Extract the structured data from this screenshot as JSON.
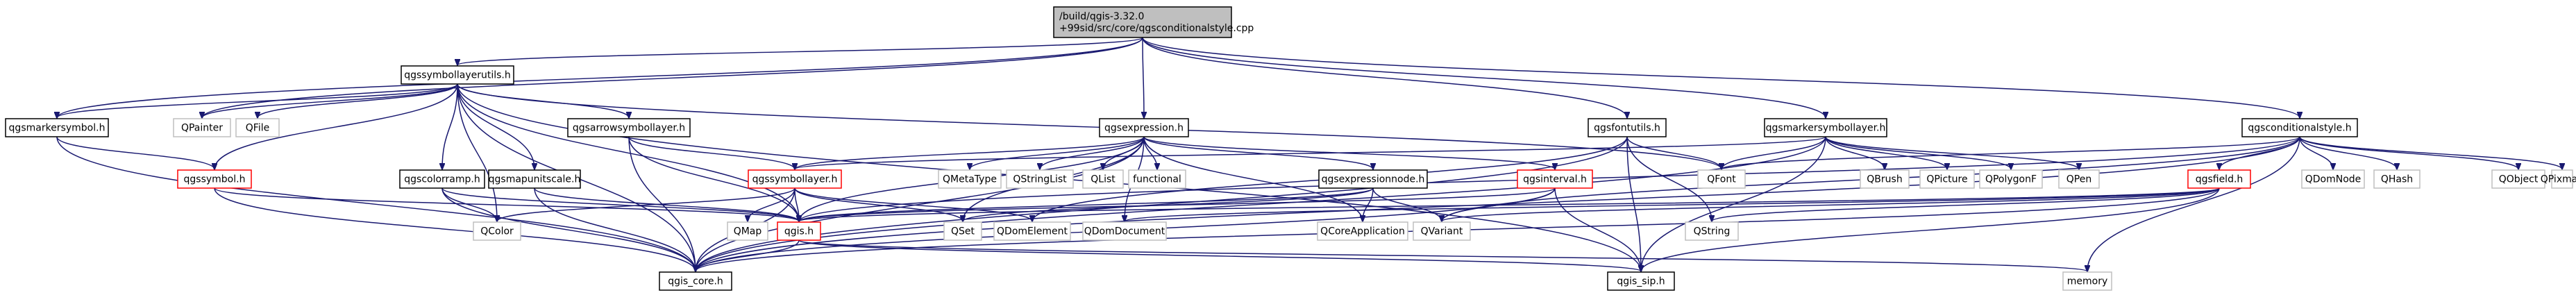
{
  "colors": {
    "edge": "#191970",
    "border_default": "#000000",
    "border_external": "#bfbfbf",
    "border_red": "#ff0000",
    "root_fill": "#bfbfbf",
    "fill": "#ffffff"
  },
  "nodes": [
    {
      "id": "root",
      "lines": [
        "/build/qgis-3.32.0",
        "+99sid/src/core/qgsconditionalstyle.cpp"
      ],
      "kind": "root",
      "interactable": false
    },
    {
      "id": "qgssymbollayerutils",
      "lines": [
        "qgssymbollayerutils.h"
      ],
      "kind": "doc",
      "interactable": true
    },
    {
      "id": "qgsmarkersymbol",
      "lines": [
        "qgsmarkersymbol.h"
      ],
      "kind": "doc",
      "interactable": true
    },
    {
      "id": "qgssymbol",
      "lines": [
        "qgssymbol.h"
      ],
      "kind": "red",
      "interactable": true
    },
    {
      "id": "qpainter",
      "lines": [
        "QPainter"
      ],
      "kind": "ext",
      "interactable": false
    },
    {
      "id": "qfile",
      "lines": [
        "QFile"
      ],
      "kind": "ext",
      "interactable": false
    },
    {
      "id": "qgsarrowsymbollayer",
      "lines": [
        "qgsarrowsymbollayer.h"
      ],
      "kind": "doc",
      "interactable": true
    },
    {
      "id": "qgscolorramp",
      "lines": [
        "qgscolorramp.h"
      ],
      "kind": "doc",
      "interactable": true
    },
    {
      "id": "qgsmapunitscale",
      "lines": [
        "qgsmapunitscale.h"
      ],
      "kind": "doc",
      "interactable": true
    },
    {
      "id": "qgssymbollayer",
      "lines": [
        "qgssymbollayer.h"
      ],
      "kind": "red",
      "interactable": true
    },
    {
      "id": "qgsexpression",
      "lines": [
        "qgsexpression.h"
      ],
      "kind": "doc",
      "interactable": true
    },
    {
      "id": "qmetatype",
      "lines": [
        "QMetaType"
      ],
      "kind": "ext",
      "interactable": false
    },
    {
      "id": "qstringlist",
      "lines": [
        "QStringList"
      ],
      "kind": "ext",
      "interactable": false
    },
    {
      "id": "qlist",
      "lines": [
        "QList"
      ],
      "kind": "ext",
      "interactable": false
    },
    {
      "id": "functional",
      "lines": [
        "functional"
      ],
      "kind": "ext",
      "interactable": false
    },
    {
      "id": "qgsexpressionnode",
      "lines": [
        "qgsexpressionnode.h"
      ],
      "kind": "doc",
      "interactable": true
    },
    {
      "id": "qgsinterval",
      "lines": [
        "qgsinterval.h"
      ],
      "kind": "red",
      "interactable": true
    },
    {
      "id": "qgsfontutils",
      "lines": [
        "qgsfontutils.h"
      ],
      "kind": "doc",
      "interactable": true
    },
    {
      "id": "qgsmarkersymbollayer",
      "lines": [
        "qgsmarkersymbollayer.h"
      ],
      "kind": "doc",
      "interactable": true
    },
    {
      "id": "qbrush",
      "lines": [
        "QBrush"
      ],
      "kind": "ext",
      "interactable": false
    },
    {
      "id": "qpicture",
      "lines": [
        "QPicture"
      ],
      "kind": "ext",
      "interactable": false
    },
    {
      "id": "qpolygonf",
      "lines": [
        "QPolygonF"
      ],
      "kind": "ext",
      "interactable": false
    },
    {
      "id": "qpen",
      "lines": [
        "QPen"
      ],
      "kind": "ext",
      "interactable": false
    },
    {
      "id": "qgsconditionalstyle",
      "lines": [
        "qgsconditionalstyle.h"
      ],
      "kind": "doc",
      "interactable": true
    },
    {
      "id": "qgsfield",
      "lines": [
        "qgsfield.h"
      ],
      "kind": "red",
      "interactable": true
    },
    {
      "id": "qdomnode",
      "lines": [
        "QDomNode"
      ],
      "kind": "ext",
      "interactable": false
    },
    {
      "id": "qhash",
      "lines": [
        "QHash"
      ],
      "kind": "ext",
      "interactable": false
    },
    {
      "id": "qobject",
      "lines": [
        "QObject"
      ],
      "kind": "ext",
      "interactable": false
    },
    {
      "id": "qpixmap",
      "lines": [
        "QPixmap"
      ],
      "kind": "ext",
      "interactable": false
    },
    {
      "id": "qfont",
      "lines": [
        "QFont"
      ],
      "kind": "ext",
      "interactable": false
    },
    {
      "id": "qstring",
      "lines": [
        "QString"
      ],
      "kind": "ext",
      "interactable": false
    },
    {
      "id": "qcolor",
      "lines": [
        "QColor"
      ],
      "kind": "ext",
      "interactable": false
    },
    {
      "id": "qmap",
      "lines": [
        "QMap"
      ],
      "kind": "ext",
      "interactable": false
    },
    {
      "id": "qgis",
      "lines": [
        "qgis.h"
      ],
      "kind": "red",
      "interactable": true
    },
    {
      "id": "qset",
      "lines": [
        "QSet"
      ],
      "kind": "ext",
      "interactable": false
    },
    {
      "id": "qdomelement",
      "lines": [
        "QDomElement"
      ],
      "kind": "ext",
      "interactable": false
    },
    {
      "id": "qdomdocument",
      "lines": [
        "QDomDocument"
      ],
      "kind": "ext",
      "interactable": false
    },
    {
      "id": "qcoreapplication",
      "lines": [
        "QCoreApplication"
      ],
      "kind": "ext",
      "interactable": false
    },
    {
      "id": "qvariant",
      "lines": [
        "QVariant"
      ],
      "kind": "ext",
      "interactable": false
    },
    {
      "id": "qgis_core",
      "lines": [
        "qgis_core.h"
      ],
      "kind": "doc",
      "interactable": true
    },
    {
      "id": "qgis_sip",
      "lines": [
        "qgis_sip.h"
      ],
      "kind": "doc",
      "interactable": true
    },
    {
      "id": "memory",
      "lines": [
        "memory"
      ],
      "kind": "ext",
      "interactable": false
    }
  ],
  "edges": [
    [
      "root",
      "qgssymbollayerutils"
    ],
    [
      "root",
      "qgsmarkersymbol"
    ],
    [
      "root",
      "qpainter"
    ],
    [
      "root",
      "qgsexpression"
    ],
    [
      "root",
      "qgsfontutils"
    ],
    [
      "root",
      "qgsmarkersymbollayer"
    ],
    [
      "root",
      "qgsconditionalstyle"
    ],
    [
      "qgssymbollayerutils",
      "qgsmarkersymbol"
    ],
    [
      "qgssymbollayerutils",
      "qpainter"
    ],
    [
      "qgssymbollayerutils",
      "qfile"
    ],
    [
      "qgssymbollayerutils",
      "qgssymbol"
    ],
    [
      "qgssymbollayerutils",
      "qgsarrowsymbollayer"
    ],
    [
      "qgssymbollayerutils",
      "qgscolorramp"
    ],
    [
      "qgssymbollayerutils",
      "qgsmapunitscale"
    ],
    [
      "qgssymbollayerutils",
      "qgis"
    ],
    [
      "qgssymbollayerutils",
      "qgis_core"
    ],
    [
      "qgssymbollayerutils",
      "qcolor"
    ],
    [
      "qgssymbollayerutils",
      "qfont"
    ],
    [
      "qgssymbollayerutils",
      "qgis_sip"
    ],
    [
      "qgsmarkersymbol",
      "qgssymbol"
    ],
    [
      "qgsmarkersymbol",
      "qgis_core"
    ],
    [
      "qgssymbol",
      "qgis"
    ],
    [
      "qgssymbol",
      "qgis_core"
    ],
    [
      "qgsarrowsymbollayer",
      "qgssymbollayer"
    ],
    [
      "qgsarrowsymbollayer",
      "qgis"
    ],
    [
      "qgsarrowsymbollayer",
      "qgis_core"
    ],
    [
      "qgscolorramp",
      "qcolor"
    ],
    [
      "qgscolorramp",
      "qgis"
    ],
    [
      "qgscolorramp",
      "qgis_core"
    ],
    [
      "qgsmapunitscale",
      "qgis"
    ],
    [
      "qgsmapunitscale",
      "qgis_core"
    ],
    [
      "qgssymbollayer",
      "qgis"
    ],
    [
      "qgssymbollayer",
      "qgis_core"
    ],
    [
      "qgssymbollayer",
      "qcolor"
    ],
    [
      "qgssymbollayer",
      "qmap"
    ],
    [
      "qgssymbollayer",
      "qset"
    ],
    [
      "qgssymbollayer",
      "qdomelement"
    ],
    [
      "qgsexpression",
      "qmetatype"
    ],
    [
      "qgsexpression",
      "qstringlist"
    ],
    [
      "qgsexpression",
      "qlist"
    ],
    [
      "qgsexpression",
      "functional"
    ],
    [
      "qgsexpression",
      "qgsexpressionnode"
    ],
    [
      "qgsexpression",
      "qgsinterval"
    ],
    [
      "qgsexpression",
      "qgssymbollayer"
    ],
    [
      "qgsexpression",
      "qgis"
    ],
    [
      "qgsexpression",
      "qset"
    ],
    [
      "qgsexpression",
      "qdomdocument"
    ],
    [
      "qgsexpression",
      "qcoreapplication"
    ],
    [
      "qgsexpression",
      "qgis_core"
    ],
    [
      "qgsexpressionnode",
      "qgis"
    ],
    [
      "qgsexpressionnode",
      "qset"
    ],
    [
      "qgsexpressionnode",
      "qcoreapplication"
    ],
    [
      "qgsexpressionnode",
      "qvariant"
    ],
    [
      "qgsinterval",
      "qgis"
    ],
    [
      "qgsinterval",
      "qvariant"
    ],
    [
      "qgsinterval",
      "qgis_core"
    ],
    [
      "qgsinterval",
      "qgis_sip"
    ],
    [
      "qgsfontutils",
      "qfont"
    ],
    [
      "qgsfontutils",
      "qstring"
    ],
    [
      "qgsfontutils",
      "qgis_core"
    ],
    [
      "qgsfontutils",
      "qgis_sip"
    ],
    [
      "qgsfontutils",
      "qdomelement"
    ],
    [
      "qgsmarkersymbollayer",
      "qgssymbollayer"
    ],
    [
      "qgsmarkersymbollayer",
      "qfont"
    ],
    [
      "qgsmarkersymbollayer",
      "qbrush"
    ],
    [
      "qgsmarkersymbollayer",
      "qpicture"
    ],
    [
      "qgsmarkersymbollayer",
      "qpolygonf"
    ],
    [
      "qgsmarkersymbollayer",
      "qpen"
    ],
    [
      "qgsmarkersymbollayer",
      "qgis_core"
    ],
    [
      "qgsmarkersymbollayer",
      "qgis_sip"
    ],
    [
      "qgsconditionalstyle",
      "qfont"
    ],
    [
      "qgsconditionalstyle",
      "qgsfield"
    ],
    [
      "qgsconditionalstyle",
      "qdomnode"
    ],
    [
      "qgsconditionalstyle",
      "qhash"
    ],
    [
      "qgsconditionalstyle",
      "qobject"
    ],
    [
      "qgsconditionalstyle",
      "qpixmap"
    ],
    [
      "qgsconditionalstyle",
      "qgis"
    ],
    [
      "qgsconditionalstyle",
      "qgis_core"
    ],
    [
      "qgsconditionalstyle",
      "memory"
    ],
    [
      "qgsconditionalstyle",
      "qvariant"
    ],
    [
      "qgsfield",
      "qgis"
    ],
    [
      "qgsfield",
      "qstring"
    ],
    [
      "qgsfield",
      "qvariant"
    ],
    [
      "qgsfield",
      "qgis_core"
    ],
    [
      "qgsfield",
      "qgis_sip"
    ],
    [
      "qgsfield",
      "qdomdocument"
    ],
    [
      "qgis",
      "qgis_core"
    ],
    [
      "qgis",
      "qgis_sip"
    ],
    [
      "qgis",
      "memory"
    ]
  ]
}
